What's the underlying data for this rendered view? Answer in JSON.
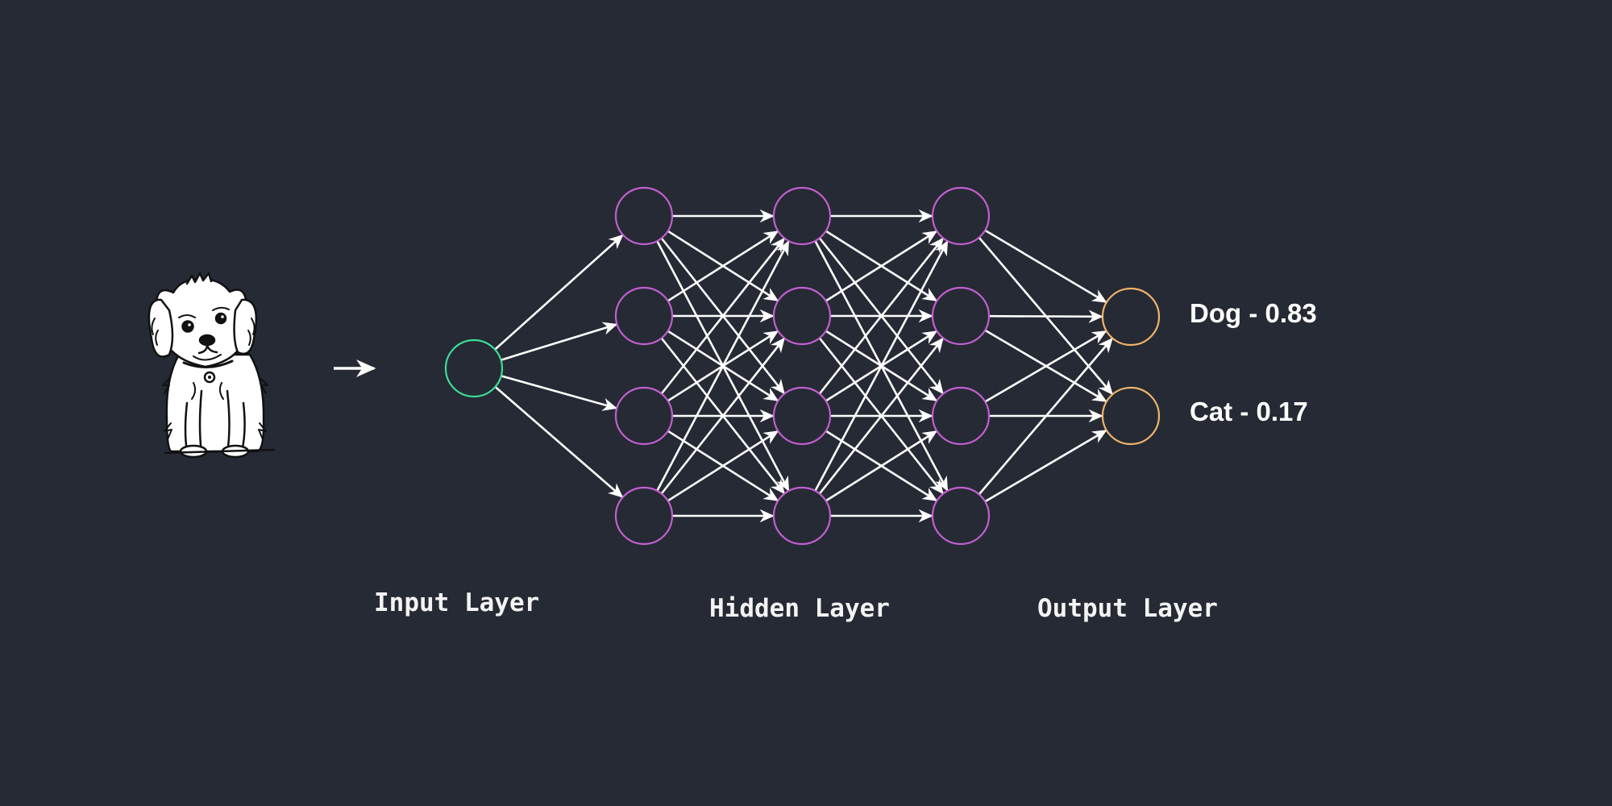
{
  "input_image": {
    "icon": "dog-illustration-icon"
  },
  "input_arrow": {
    "icon": "arrow-right-icon"
  },
  "network": {
    "layers": [
      {
        "role": "input",
        "nodes": 1
      },
      {
        "role": "hidden",
        "nodes": 4
      },
      {
        "role": "hidden",
        "nodes": 4
      },
      {
        "role": "hidden",
        "nodes": 4
      },
      {
        "role": "output",
        "nodes": 2
      }
    ],
    "colors": {
      "input": "#3ddc9a",
      "hidden": "#c25fd0",
      "output": "#f0b46a",
      "node_fill": "#262a34",
      "edge": "#ffffff",
      "background": "#262a34"
    }
  },
  "outputs": [
    {
      "text": "Dog - 0.83",
      "class": "Dog",
      "probability": 0.83
    },
    {
      "text": "Cat - 0.17",
      "class": "Cat",
      "probability": 0.17
    }
  ],
  "labels": {
    "input": "Input Layer",
    "hidden": "Hidden Layer",
    "output": "Output Layer"
  }
}
